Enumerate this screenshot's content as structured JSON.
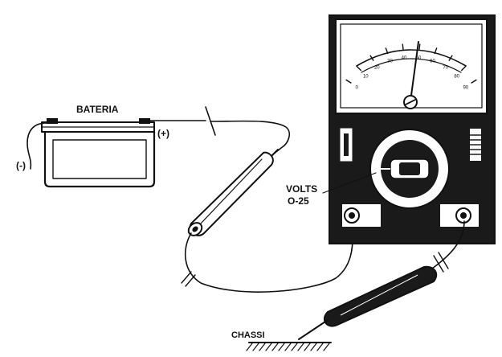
{
  "labels": {
    "battery": "BATERIA",
    "positive": "(+)",
    "negative": "(-)",
    "volts_line1": "VOLTS",
    "volts_line2": "O-25",
    "chassis": "CHASSI"
  },
  "meter_scale": {
    "tick_labels": [
      "0",
      "10",
      "20",
      "30",
      "40",
      "50",
      "60",
      "70",
      "80",
      "90"
    ]
  }
}
